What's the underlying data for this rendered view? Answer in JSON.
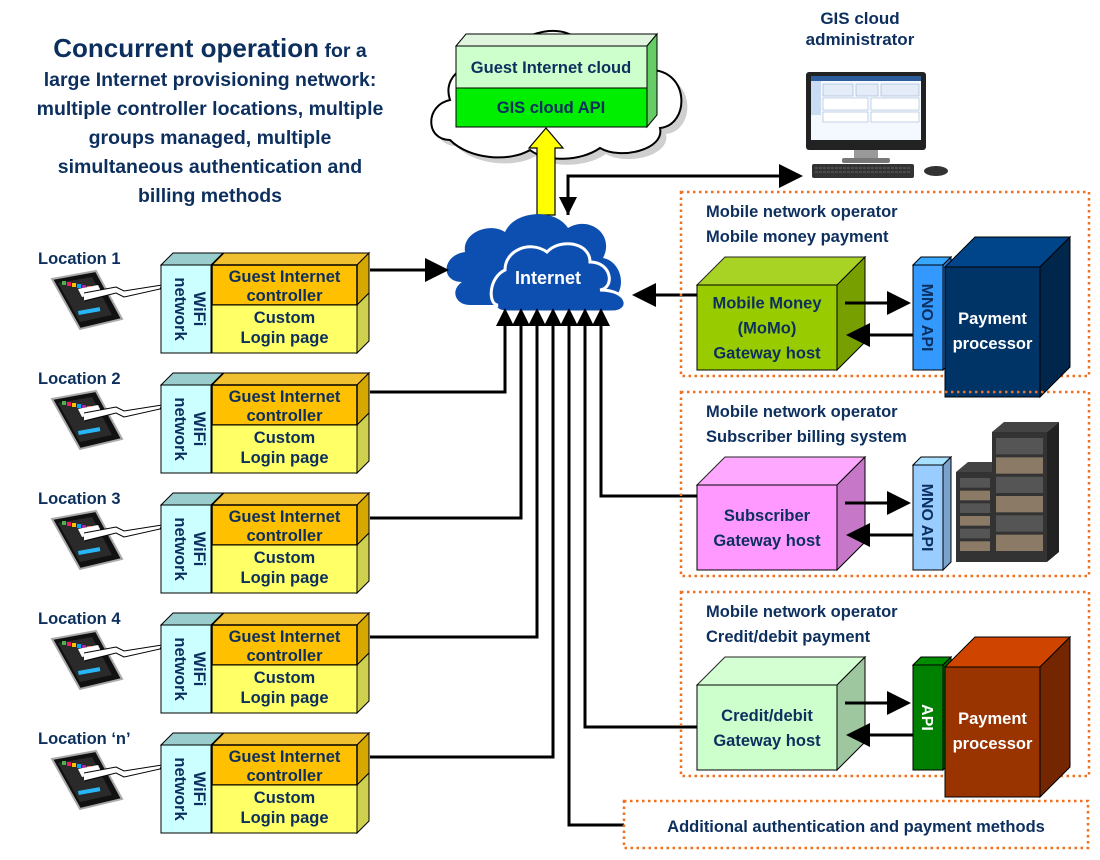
{
  "title": {
    "bold": "Concurrent operation",
    "rest_line1": " for a",
    "lines": [
      "large Internet provisioning network:",
      "multiple controller locations, multiple",
      "groups managed, multiple",
      "simultaneous authentication and",
      "billing methods"
    ]
  },
  "cloud_service": {
    "top_label": "Guest Internet cloud",
    "bottom_label": "GIS cloud API"
  },
  "admin": {
    "label_line1": "GIS cloud",
    "label_line2": "administrator"
  },
  "internet": {
    "label": "Internet"
  },
  "locations": [
    {
      "label": "Location 1",
      "wifi": [
        "WiFi",
        "network"
      ],
      "controller": [
        "Guest Internet",
        "controller"
      ],
      "login": [
        "Custom",
        "Login page"
      ]
    },
    {
      "label": "Location 2",
      "wifi": [
        "WiFi",
        "network"
      ],
      "controller": [
        "Guest Internet",
        "controller"
      ],
      "login": [
        "Custom",
        "Login page"
      ]
    },
    {
      "label": "Location 3",
      "wifi": [
        "WiFi",
        "network"
      ],
      "controller": [
        "Guest Internet",
        "controller"
      ],
      "login": [
        "Custom",
        "Login page"
      ]
    },
    {
      "label": "Location 4",
      "wifi": [
        "WiFi",
        "network"
      ],
      "controller": [
        "Guest Internet",
        "controller"
      ],
      "login": [
        "Custom",
        "Login page"
      ]
    },
    {
      "label": "Location ‘n’",
      "wifi": [
        "WiFi",
        "network"
      ],
      "controller": [
        "Guest Internet",
        "controller"
      ],
      "login": [
        "Custom",
        "Login page"
      ]
    }
  ],
  "operators": [
    {
      "heading": [
        "Mobile network operator",
        "Mobile money payment"
      ],
      "gateway": [
        "Mobile Money",
        "(MoMo)",
        "Gateway host"
      ],
      "api": "MNO API",
      "processor": [
        "Payment",
        "processor"
      ],
      "colors": {
        "gateway": "#99cc00",
        "api": "#3399ff",
        "processor": "#003366"
      }
    },
    {
      "heading": [
        "Mobile network operator",
        "Subscriber billing system"
      ],
      "gateway": [
        "Subscriber",
        "Gateway host"
      ],
      "api": "MNO API",
      "processor": null,
      "colors": {
        "gateway": "#ff99ff",
        "api": "#99ccff",
        "processor": "#222222"
      }
    },
    {
      "heading": [
        "Mobile network operator",
        "Credit/debit payment"
      ],
      "gateway": [
        "Credit/debit",
        "Gateway host"
      ],
      "api": "API",
      "processor": [
        "Payment",
        "processor"
      ],
      "colors": {
        "gateway": "#ccffcc",
        "api": "#008000",
        "processor": "#993300"
      }
    }
  ],
  "additional": {
    "label": "Additional authentication and payment methods"
  },
  "colors": {
    "text": "#0c2f5e",
    "dotted_border": "#ff6600",
    "cloud_blue": "#0d4fb0",
    "controller": "#ffc000",
    "login": "#ffff66",
    "wifi": "#ccffff",
    "uplink_arrow": "#ffff00"
  }
}
